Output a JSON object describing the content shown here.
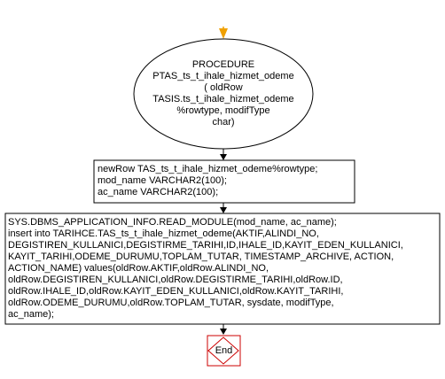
{
  "start_node": {
    "lines": [
      "PROCEDURE",
      "PTAS_ts_t_ihale_hizmet_odeme",
      "( oldRow",
      "TASIS.ts_t_ihale_hizmet_odeme",
      "%rowtype, modifType",
      "char)"
    ]
  },
  "declare_block": {
    "lines": [
      "newRow TAS_ts_t_ihale_hizmet_odeme%rowtype;",
      "mod_name VARCHAR2(100);",
      "ac_name VARCHAR2(100);"
    ]
  },
  "body_block": {
    "lines": [
      "SYS.DBMS_APPLICATION_INFO.READ_MODULE(mod_name, ac_name);",
      "insert into TARIHCE.TAS_ts_t_ihale_hizmet_odeme(AKTIF,ALINDI_NO,",
      "DEGISTIREN_KULLANICI,DEGISTIRME_TARIHI,ID,IHALE_ID,KAYIT_EDEN_KULLANICI,",
      "KAYIT_TARIHI,ODEME_DURUMU,TOPLAM_TUTAR, TIMESTAMP_ARCHIVE, ACTION,",
      "ACTION_NAME) values(oldRow.AKTIF,oldRow.ALINDI_NO,",
      "oldRow.DEGISTIREN_KULLANICI,oldRow.DEGISTIRME_TARIHI,oldRow.ID,",
      "oldRow.IHALE_ID,oldRow.KAYIT_EDEN_KULLANICI,oldRow.KAYIT_TARIHI,",
      "oldRow.ODEME_DURUMU,oldRow.TOPLAM_TUTAR, sysdate, modifType,",
      "ac_name);"
    ]
  },
  "end_node": {
    "label": "End"
  },
  "colors": {
    "stroke": "#000000",
    "start_arrow": "#f0a000",
    "end_stroke": "#cc0000",
    "background": "#ffffff"
  }
}
